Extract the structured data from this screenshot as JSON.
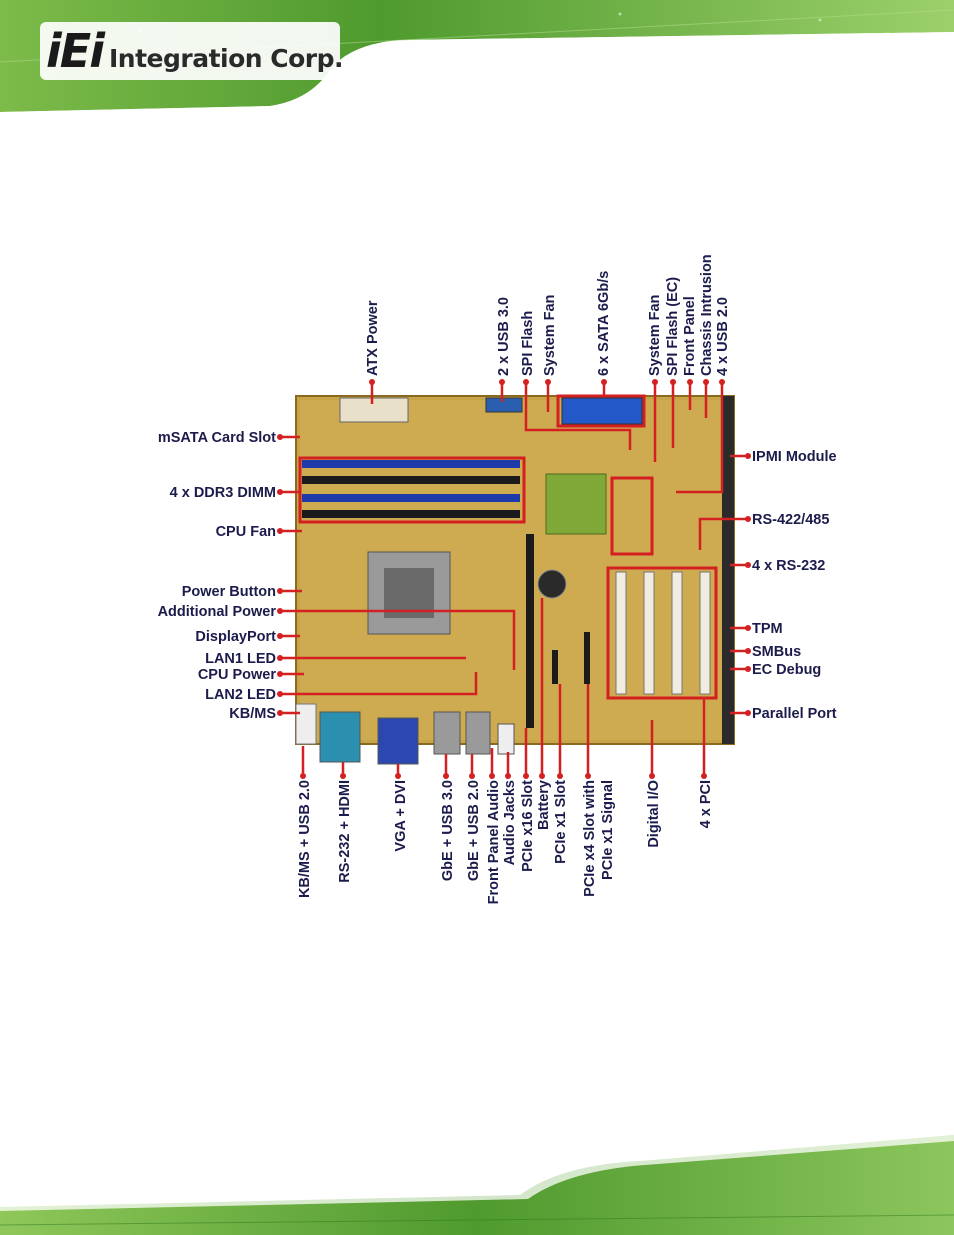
{
  "header": {
    "logo_mark": "iEi",
    "company": "Integration Corp."
  },
  "colors": {
    "label": "#1c1c4c",
    "leader": "#d42020",
    "board": "#c9a54a",
    "dimm_blue": "#1d3aa8",
    "green_band": "#4f9a2e"
  },
  "diagram": {
    "top_labels": [
      "ATX Power",
      "2 x USB 3.0",
      "SPI Flash",
      "System Fan",
      "6 x SATA 6Gb/s",
      "System Fan",
      "SPI Flash (EC)",
      "Front Panel",
      "Chassis Intrusion",
      "4 x USB 2.0"
    ],
    "left_labels": [
      "mSATA Card Slot",
      "4 x DDR3 DIMM",
      "CPU Fan",
      "Power Button",
      "Additional Power",
      "DisplayPort",
      "LAN1 LED",
      "CPU Power",
      "LAN2 LED",
      "KB/MS"
    ],
    "right_labels": [
      "IPMI Module",
      "RS-422/485",
      "4 x RS-232",
      "TPM",
      "SMBus",
      "EC Debug",
      "Parallel Port"
    ],
    "bottom_labels": [
      "KB/MS + USB 2.0",
      "RS-232 + HDMI",
      "VGA + DVI",
      "GbE + USB 3.0",
      "GbE + USB 2.0",
      "Front Panel Audio",
      "Audio Jacks",
      "PCIe x16 Slot",
      "Battery",
      "PCIe x1 Slot",
      "PCIe x4 Slot with",
      "PCIe x1 Signal",
      "Digital I/O",
      "4 x PCI"
    ]
  }
}
